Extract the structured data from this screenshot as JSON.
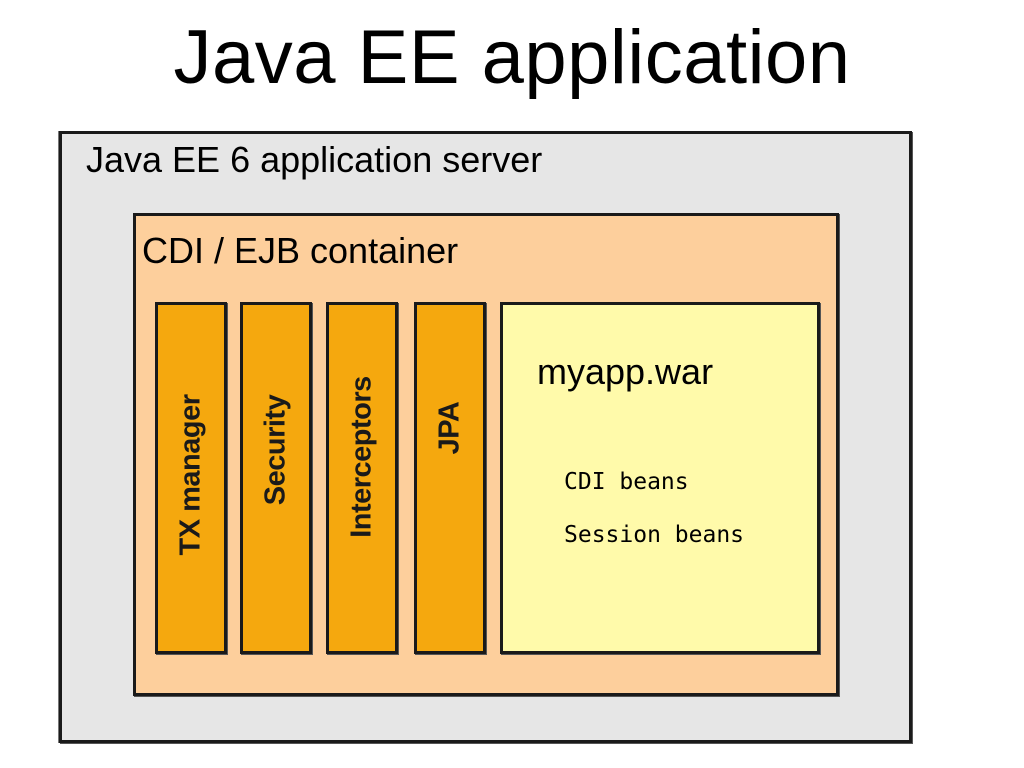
{
  "title": "Java EE application",
  "server": {
    "label": "Java EE 6 application server"
  },
  "container": {
    "label": "CDI / EJB container",
    "services": [
      "TX manager",
      "Security",
      "Interceptors",
      "JPA"
    ]
  },
  "war": {
    "label": "myapp.war",
    "beans": [
      "CDI beans",
      "Session beans"
    ]
  },
  "colors": {
    "server_bg": "#e6e6e6",
    "container_bg": "#fdcf9c",
    "service_bg": "#f5a80e",
    "war_bg": "#fffaaa",
    "border": "#1a1a1a"
  }
}
